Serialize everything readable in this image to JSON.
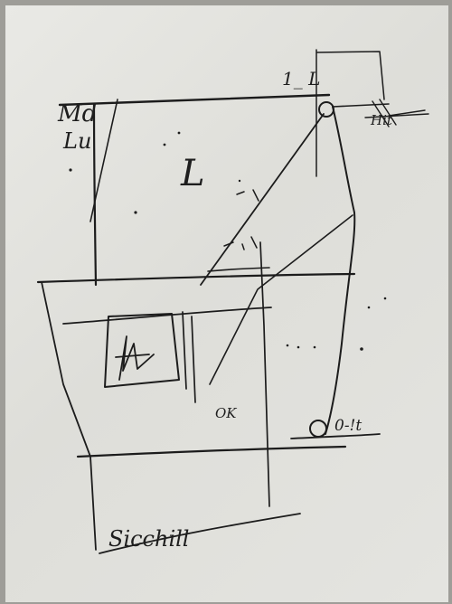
{
  "sketch": {
    "labels": {
      "scribble_top_left": "Md",
      "scribble_left": "Lu",
      "letter_L": "L",
      "ok_note": "OK",
      "bottom_signature": "Sicchill",
      "mark_top_right": "1_ L",
      "mark_right_near_circle": "Hit",
      "mark_right_lower": "0-!t"
    }
  },
  "colors": {
    "paper": "#e6e6e2",
    "background": "#9e9d98",
    "ink": "#1c1c1c"
  }
}
